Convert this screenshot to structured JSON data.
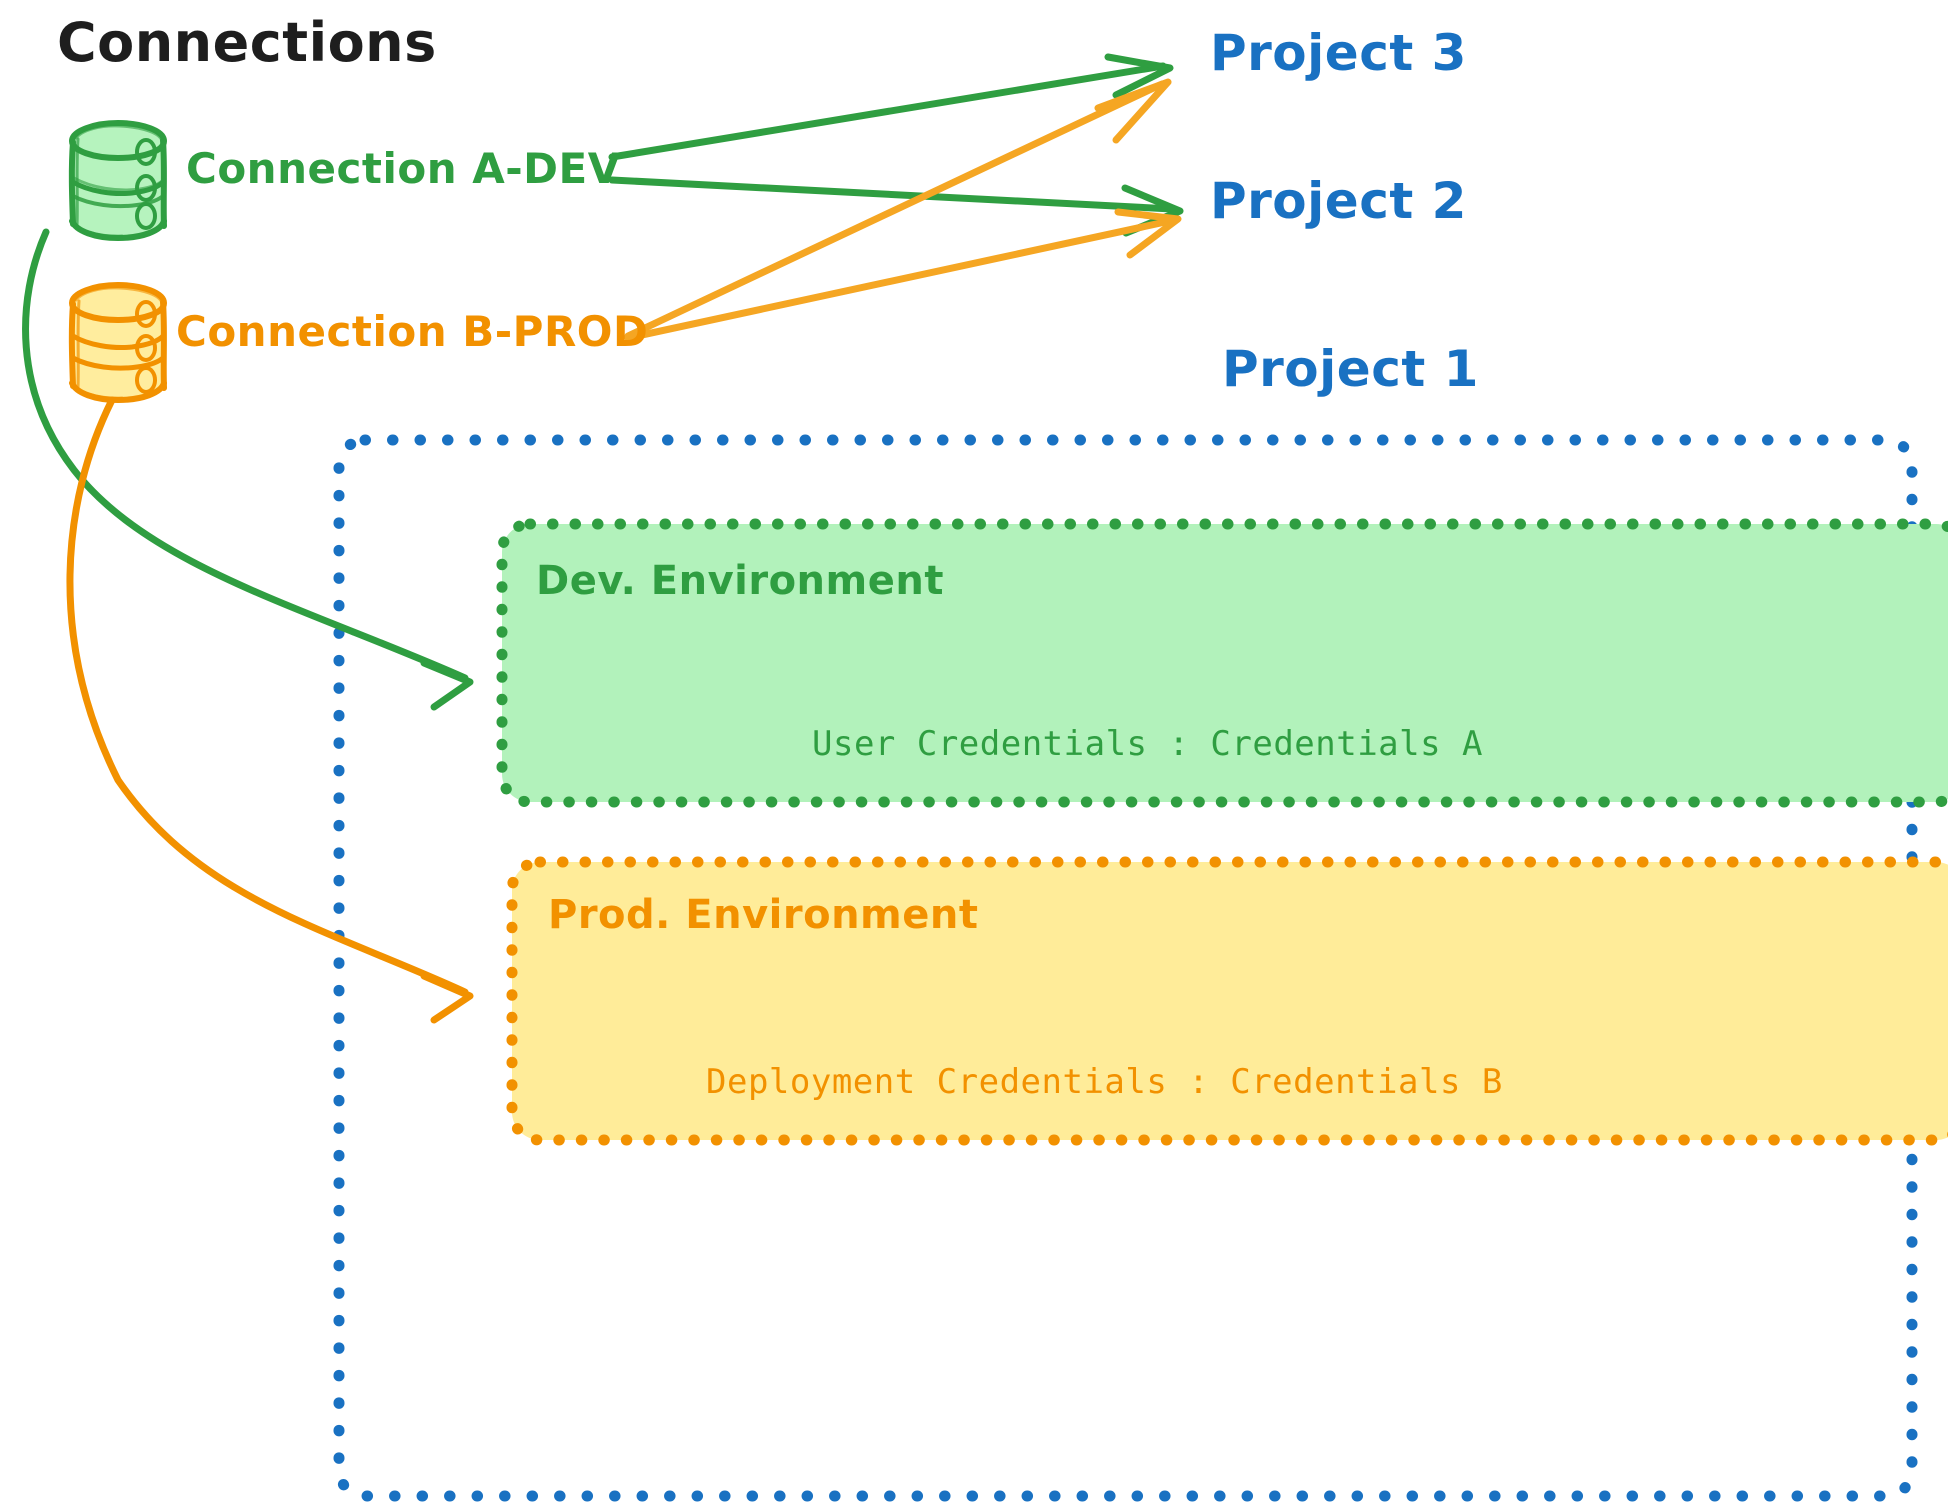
{
  "diagram": {
    "title": "Connections",
    "colors": {
      "green_stroke": "#2f9e41",
      "green_fill": "#b2f2bb",
      "orange_stroke": "#f29100",
      "orange_fill": "#ffec99",
      "blue": "#1971c2",
      "black": "#1e1e1e"
    }
  },
  "connections": [
    {
      "id": "connection-a-dev",
      "label": "Connection A-DEV",
      "color": "#2f9e41",
      "icon": "database-cylinder-icon",
      "targets": [
        "Project 3",
        "Project 2",
        "Dev. Environment"
      ]
    },
    {
      "id": "connection-b-prod",
      "label": "Connection B-PROD",
      "color": "#f29100",
      "icon": "database-cylinder-icon",
      "targets": [
        "Project 3",
        "Project 2",
        "Prod. Environment"
      ]
    }
  ],
  "projects": [
    {
      "id": "project-3",
      "label": "Project 3"
    },
    {
      "id": "project-2",
      "label": "Project 2"
    },
    {
      "id": "project-1",
      "label": "Project 1"
    }
  ],
  "project1_container": {
    "label": "Project 1",
    "border_style": "dotted",
    "border_color": "#1971c2",
    "environments": [
      {
        "id": "dev-environment",
        "title": "Dev. Environment",
        "credentials_label": "User Credentials",
        "credentials_separator": ":",
        "credentials_value": "Credentials A",
        "credentials_line": "User Credentials : Credentials A",
        "fill": "#b2f2bb",
        "border_color": "#2f9e41"
      },
      {
        "id": "prod-environment",
        "title": "Prod. Environment",
        "credentials_label": "Deployment Credentials",
        "credentials_separator": ":",
        "credentials_value": "Credentials B",
        "credentials_line": "Deployment Credentials : Credentials B",
        "fill": "#ffec99",
        "border_color": "#f29100"
      }
    ]
  }
}
